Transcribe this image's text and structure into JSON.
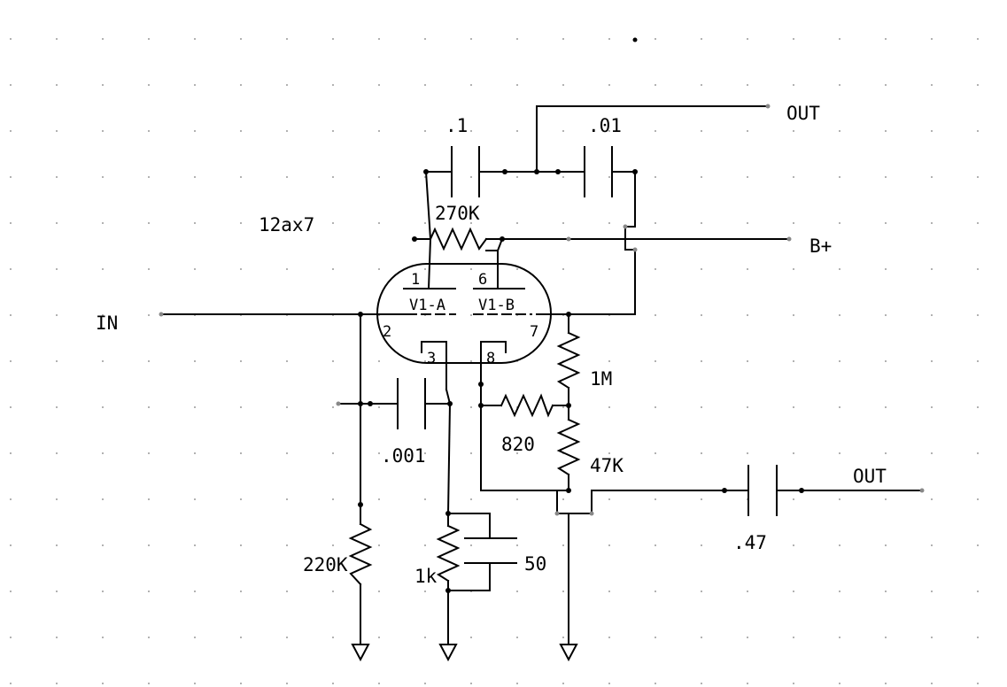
{
  "tube": {
    "part": "12ax7",
    "section_a": "V1-A",
    "section_b": "V1-B"
  },
  "pins": {
    "p1": "1",
    "p2": "2",
    "p3": "3",
    "p6": "6",
    "p7": "7",
    "p8": "8"
  },
  "components": {
    "c_01uF": ".1",
    "c_001uF_top": ".01",
    "r_270k": "270K",
    "c_0001uF": ".001",
    "r_1m": "1M",
    "r_820": "820",
    "r_47k": "47K",
    "c_047uF": ".47",
    "r_220k": "220K",
    "r_1k": "1k",
    "c_50uF": "50"
  },
  "ports": {
    "input": "IN",
    "output_top": "OUT",
    "output_bottom": "OUT",
    "supply": "B+"
  }
}
